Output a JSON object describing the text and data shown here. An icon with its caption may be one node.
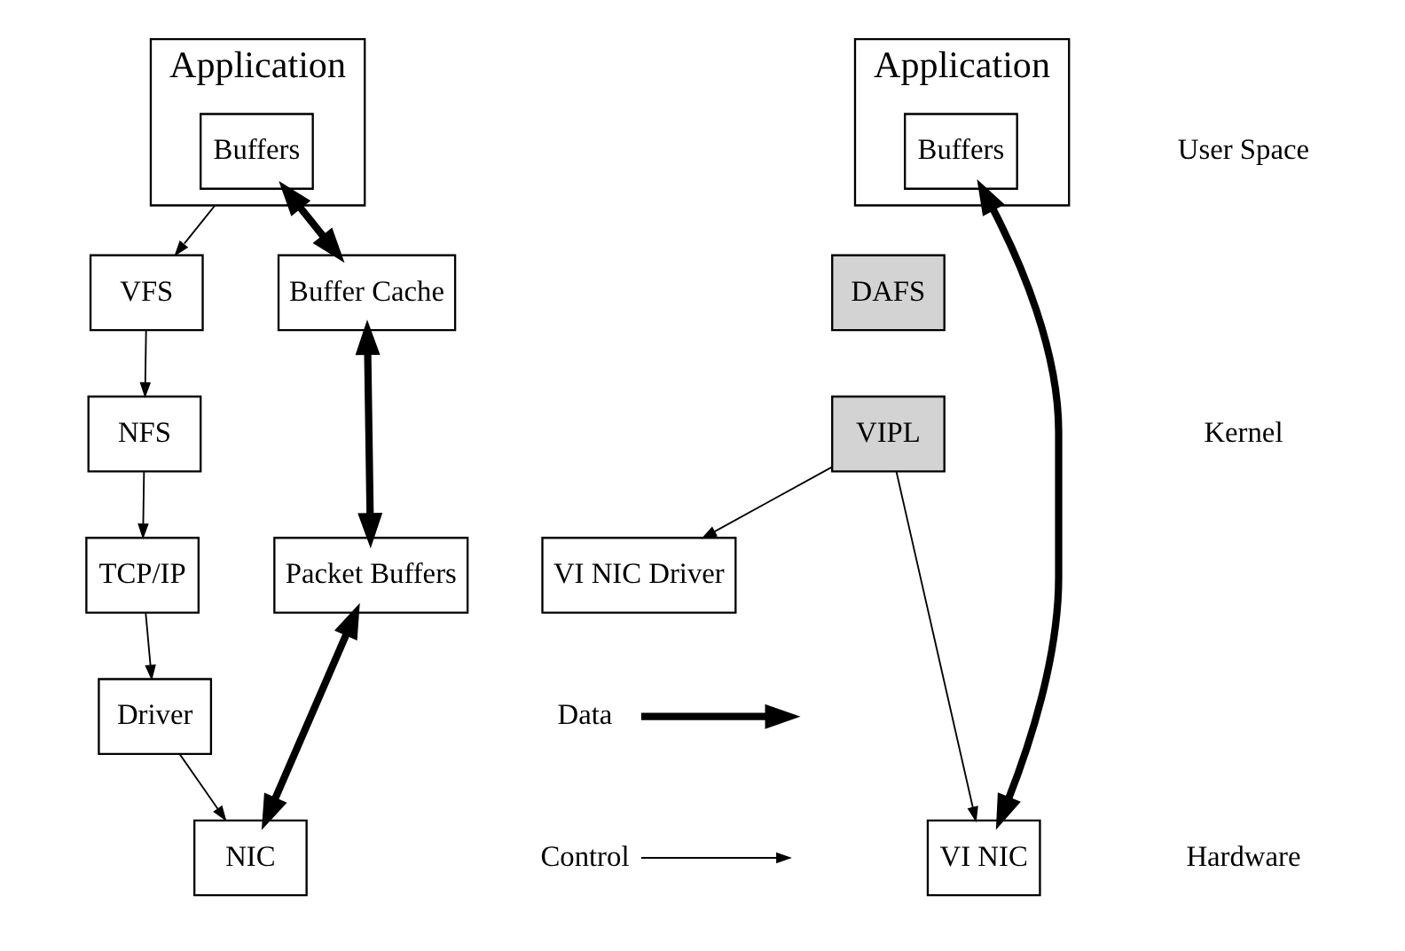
{
  "diagram": {
    "nodes": [
      {
        "text": [
          "Application"
        ]
      },
      {
        "text": [
          "Buffers"
        ],
        "in": 0
      },
      {
        "text": [
          "VFS"
        ]
      },
      {
        "text": [
          "NFS"
        ]
      },
      {
        "text": [
          "TCP/IP"
        ]
      },
      {
        "text": [
          "Driver"
        ]
      },
      {
        "text": [
          "Buffer Cache"
        ]
      },
      {
        "text": [
          "Packet Buffers"
        ]
      },
      {
        "text": [
          "NIC"
        ]
      },
      {
        "text": [
          "Application"
        ]
      },
      {
        "text": [
          "Buffers"
        ],
        "in": 9
      },
      {
        "text": [
          "DAFS"
        ]
      },
      {
        "text": [
          "VIPL"
        ]
      },
      {
        "text": [
          "VI NIC Driver"
        ]
      },
      {
        "text": [
          "VI NIC"
        ]
      }
    ],
    "edges": [
      {
        "from": 1,
        "to": 6,
        "arrow": "both",
        "style": "thick"
      },
      {
        "from": 6,
        "to": 7,
        "arrow": "both",
        "style": "thick"
      },
      {
        "from": 7,
        "to": 8,
        "arrow": "both",
        "style": "thick"
      },
      {
        "from": 0,
        "to": 2,
        "arrow": "to"
      },
      {
        "from": 2,
        "to": 3,
        "arrow": "to"
      },
      {
        "from": 3,
        "to": 4,
        "arrow": "to"
      },
      {
        "from": 4,
        "to": 5,
        "arrow": "to"
      },
      {
        "from": 5,
        "to": 8,
        "arrow": "to"
      },
      {
        "from": 10,
        "to": 14,
        "arrow": "both",
        "style": "thick"
      },
      {
        "from": 12,
        "to": 13,
        "arrow": "to"
      },
      {
        "from": 12,
        "to": 14,
        "arrow": "to"
      }
    ],
    "labels": [
      "User Space",
      "Kernel",
      "Hardware"
    ],
    "legend": [
      {
        "text": "Data"
      },
      {
        "text": "Control"
      }
    ]
  }
}
